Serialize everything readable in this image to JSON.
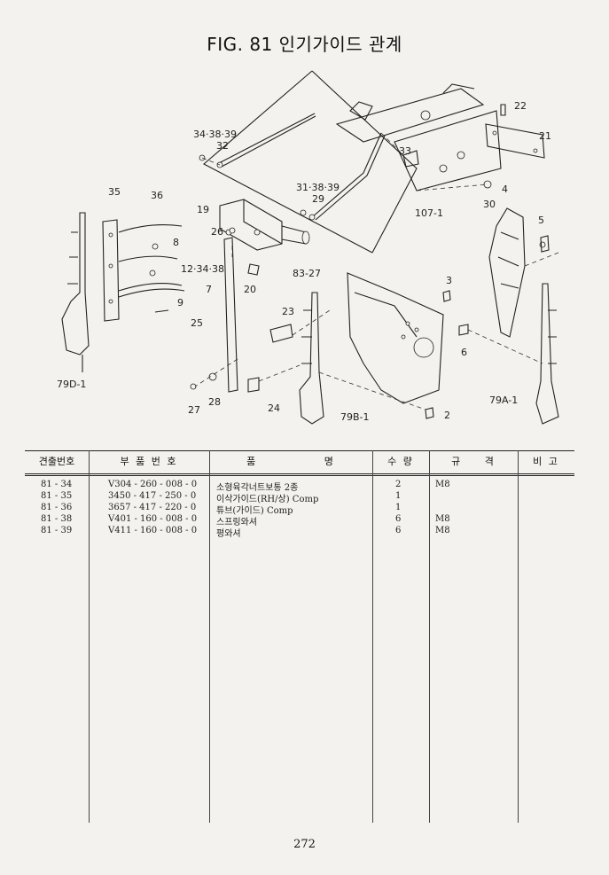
{
  "page": {
    "title": "FIG. 81 인기가이드 관계",
    "page_number": "272"
  },
  "callouts": {
    "c22": "22",
    "c21": "21",
    "c34_38_39a": "34·38·39",
    "c32": "32",
    "c33": "33",
    "c35": "35",
    "c36": "36",
    "c19": "19",
    "c31_38_39": "31·38·39",
    "c29": "29",
    "c107_1": "107-1",
    "c30": "30",
    "c4": "4",
    "c5": "5",
    "c26": "26",
    "c8": "8",
    "c12_34_38": "12·34·38",
    "c7": "7",
    "c83_27": "83-27",
    "c20": "20",
    "c3": "3",
    "c9": "9",
    "c25": "25",
    "c23": "23",
    "c6": "6",
    "c79D_1": "79D-1",
    "c27": "27",
    "c28": "28",
    "c24": "24",
    "c79B_1": "79B-1",
    "c2": "2",
    "c79A_1": "79A-1"
  },
  "table": {
    "headers": {
      "ref": "견출번호",
      "part_no": "부 품 번 호",
      "name": "품 명",
      "qty": "수 량",
      "spec": "규 격",
      "remarks": "비 고"
    },
    "rows": [
      {
        "ref": "81 - 34",
        "part_no": "V304 - 260 - 008 - 0",
        "name": "소형육각너트보통 2종",
        "qty": "2",
        "spec": "M8"
      },
      {
        "ref": "81 - 35",
        "part_no": "3450 - 417 - 250 - 0",
        "name": "이삭가이드(RH/상) Comp",
        "qty": "1",
        "spec": ""
      },
      {
        "ref": "81 - 36",
        "part_no": "3657 - 417 - 220 - 0",
        "name": "튜브(가이드) Comp",
        "qty": "1",
        "spec": ""
      },
      {
        "ref": "81 - 38",
        "part_no": "V401 - 160 - 008 - 0",
        "name": "스프링와셔",
        "qty": "6",
        "spec": "M8"
      },
      {
        "ref": "81 - 39",
        "part_no": "V411 - 160 - 008 - 0",
        "name": "평와셔",
        "qty": "6",
        "spec": "M8"
      }
    ]
  }
}
